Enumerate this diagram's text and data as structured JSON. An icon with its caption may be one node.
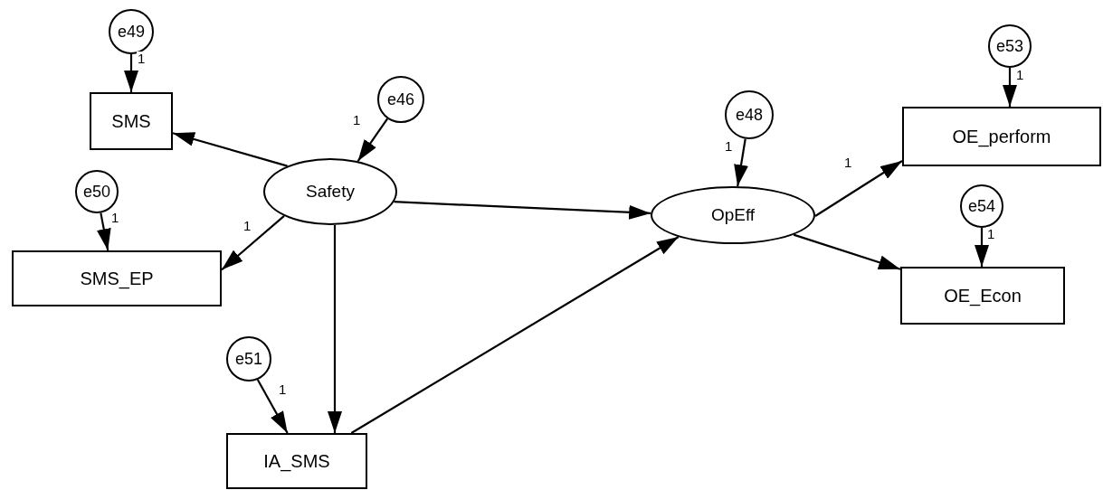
{
  "diagram": {
    "nodes": [
      {
        "text": [
          "e49"
        ]
      },
      {
        "text": [
          "SMS"
        ]
      },
      {
        "text": [
          "e46"
        ]
      },
      {
        "text": [
          "Safety"
        ]
      },
      {
        "text": [
          "e50"
        ]
      },
      {
        "text": [
          "SMS_EP"
        ]
      },
      {
        "text": [
          "e48"
        ]
      },
      {
        "text": [
          "OpEff"
        ]
      },
      {
        "text": [
          "e53"
        ]
      },
      {
        "text": [
          "OE_perform"
        ]
      },
      {
        "text": [
          "e54"
        ]
      },
      {
        "text": [
          "OE_Econ"
        ]
      },
      {
        "text": [
          "e51"
        ]
      },
      {
        "text": [
          "IA_SMS"
        ]
      }
    ],
    "edges": [
      {
        "from": 0,
        "to": 1,
        "arrow": "to",
        "label": "1"
      },
      {
        "from": 3,
        "to": 1,
        "arrow": "to"
      },
      {
        "from": 2,
        "to": 3,
        "arrow": "to",
        "label": "1"
      },
      {
        "from": 4,
        "to": 5,
        "arrow": "to",
        "label": "1"
      },
      {
        "from": 3,
        "to": 5,
        "arrow": "to",
        "label": "1"
      },
      {
        "from": 3,
        "to": 7,
        "arrow": "to"
      },
      {
        "from": 3,
        "to": 13,
        "arrow": "to"
      },
      {
        "from": 12,
        "to": 13,
        "arrow": "to",
        "label": "1"
      },
      {
        "from": 13,
        "to": 7,
        "arrow": "to"
      },
      {
        "from": 6,
        "to": 7,
        "arrow": "to",
        "label": "1"
      },
      {
        "from": 7,
        "to": 9,
        "arrow": "to",
        "label": "1"
      },
      {
        "from": 7,
        "to": 11,
        "arrow": "to"
      },
      {
        "from": 8,
        "to": 9,
        "arrow": "to",
        "label": "1"
      },
      {
        "from": 10,
        "to": 11,
        "arrow": "to",
        "label": "1"
      }
    ]
  }
}
